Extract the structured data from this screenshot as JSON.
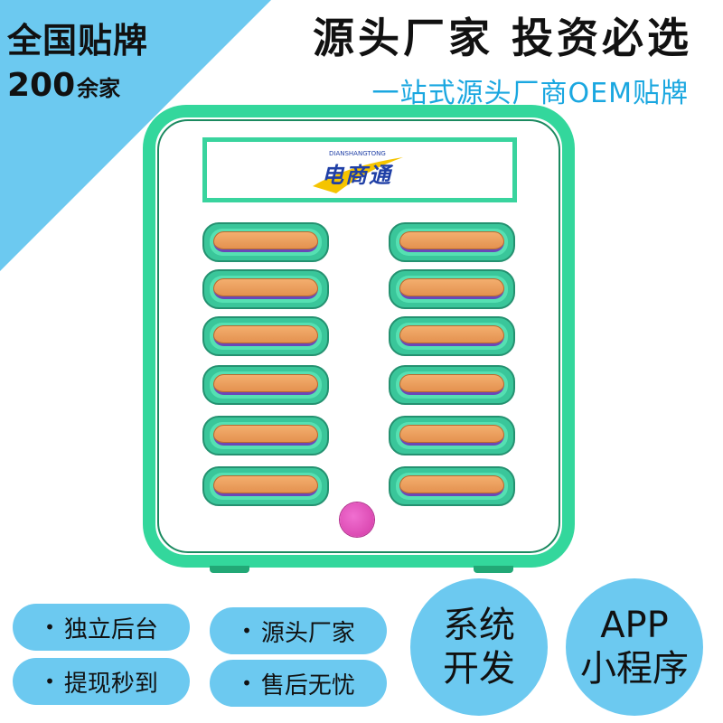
{
  "corner": {
    "title": "全国贴牌",
    "count": "200",
    "count_unit": "余家"
  },
  "headline": "源头厂家 投资必选",
  "subline": "一站式源头厂商OEM贴牌",
  "logo": {
    "text": "电商通",
    "pinyin": "DIANSHANGTONG"
  },
  "features": [
    {
      "bullet": "•",
      "label": "独立后台"
    },
    {
      "bullet": "•",
      "label": "源头厂家"
    },
    {
      "bullet": "•",
      "label": "提现秒到"
    },
    {
      "bullet": "•",
      "label": "售后无忧"
    }
  ],
  "badges": [
    {
      "line1": "系统",
      "line2": "开发"
    },
    {
      "line1": "APP",
      "line2": "小程序"
    }
  ],
  "colors": {
    "accent_blue": "#6cc9f0",
    "cabinet_green": "#33d79c",
    "slot_orange": "#f4b070",
    "subline_blue": "#1aa7e0",
    "button_pink": "#e24cbc"
  }
}
